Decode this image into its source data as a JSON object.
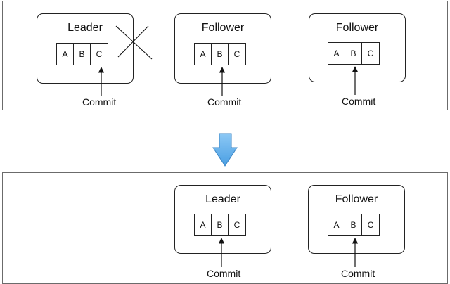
{
  "top": {
    "nodes": [
      {
        "title": "Leader",
        "cells": [
          "A",
          "B",
          "C"
        ]
      },
      {
        "title": "Follower",
        "cells": [
          "A",
          "B",
          "C"
        ]
      },
      {
        "title": "Follower",
        "cells": [
          "A",
          "B",
          "C"
        ]
      }
    ],
    "commit_labels": [
      "Commit",
      "Commit",
      "Commit"
    ]
  },
  "bottom": {
    "nodes": [
      {
        "title": "Leader",
        "cells": [
          "A",
          "B",
          "C"
        ]
      },
      {
        "title": "Follower",
        "cells": [
          "A",
          "B",
          "C"
        ]
      }
    ],
    "commit_labels": [
      "Commit",
      "Commit"
    ]
  },
  "colors": {
    "transition_arrow": "#5aa9ea",
    "transition_arrow_edge": "#3b86c6"
  },
  "icons": {
    "failure_mark": "cross-icon",
    "transition": "down-arrow-icon"
  }
}
